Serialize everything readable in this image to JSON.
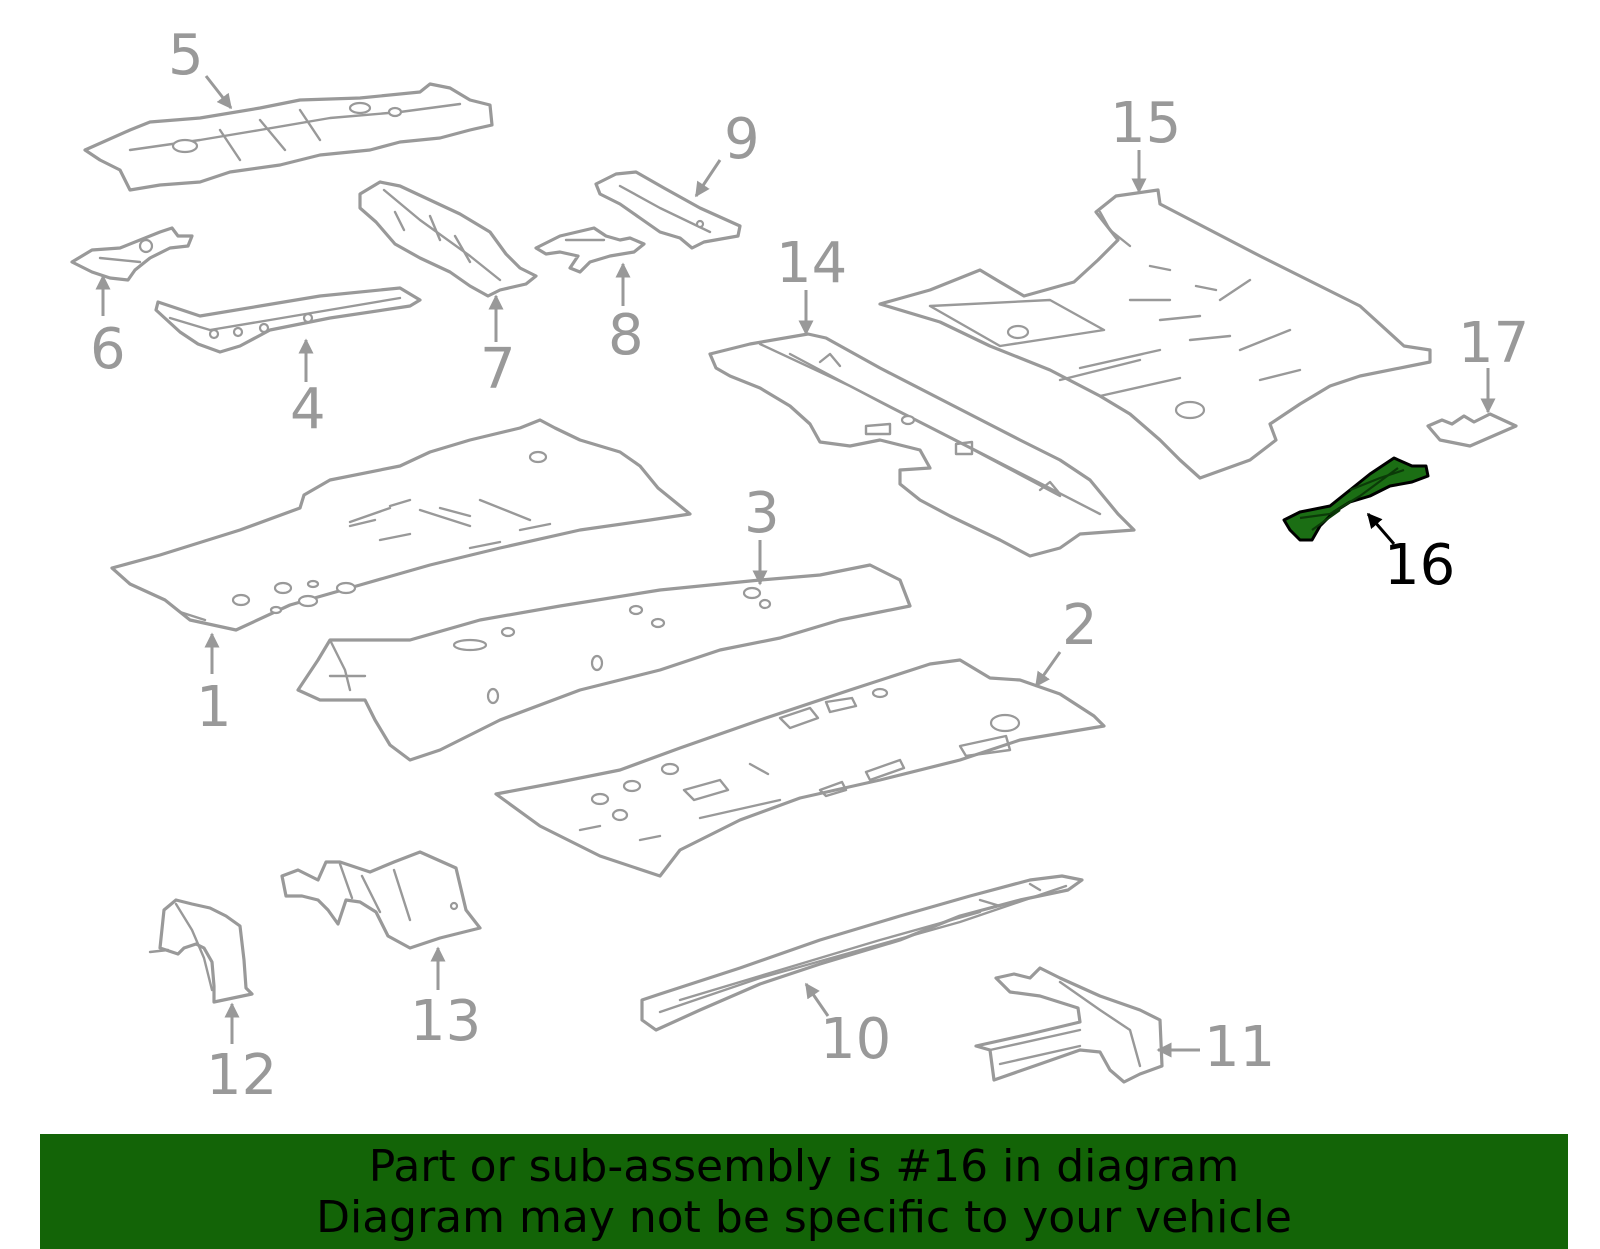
{
  "diagram": {
    "highlight_color": "#1b6e14",
    "callout_color": "#999999",
    "highlighted_callout": "16",
    "callouts": [
      "1",
      "2",
      "3",
      "4",
      "5",
      "6",
      "7",
      "8",
      "9",
      "10",
      "11",
      "12",
      "13",
      "14",
      "15",
      "16",
      "17"
    ]
  },
  "banner": {
    "background": "#136407",
    "line1": "Part or sub-assembly is #16 in diagram",
    "line2": "Diagram may not be specific to your vehicle"
  }
}
